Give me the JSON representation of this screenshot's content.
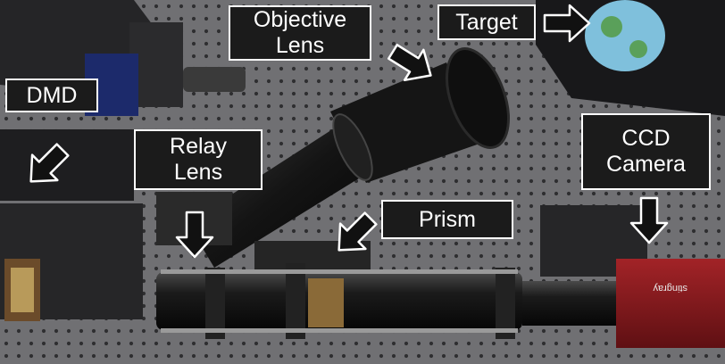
{
  "labels": {
    "objective_lens": "Objective\nLens",
    "target": "Target",
    "dmd": "DMD",
    "relay_lens": "Relay\nLens",
    "ccd_camera": "CCD\nCamera",
    "prism": "Prism"
  },
  "colors": {
    "label_background": "#1b1b1b",
    "label_text": "#ffffff",
    "label_border": "#ffffff",
    "arrow_fill": "#111111",
    "arrow_stroke": "#ffffff",
    "camera_body": "#8e1c1f"
  },
  "camera_brand": "stingray",
  "icons": [
    "arrow-objective-lens-icon",
    "arrow-target-icon",
    "arrow-dmd-icon",
    "arrow-relay-lens-icon",
    "arrow-prism-icon",
    "arrow-ccd-camera-icon"
  ]
}
